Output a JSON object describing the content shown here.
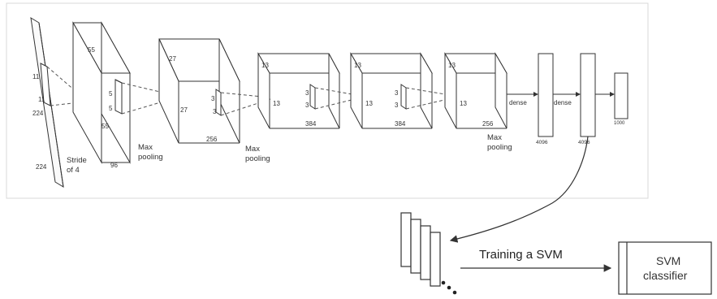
{
  "input": {
    "h": "224",
    "w": "224",
    "kernel_h": "11",
    "kernel_w": "11"
  },
  "conv1": {
    "h": "55",
    "w": "55",
    "depth": "96",
    "kernel_h": "5",
    "kernel_w": "5",
    "stride_line1": "Stride",
    "stride_line2": "of 4"
  },
  "conv2": {
    "h": "27",
    "w": "27",
    "depth": "256",
    "kernel_h": "3",
    "kernel_w": "3"
  },
  "conv3": {
    "h": "13",
    "w": "13",
    "depth": "384",
    "kernel_h": "3",
    "kernel_w": "3"
  },
  "conv4": {
    "h": "13",
    "w": "13",
    "depth": "384",
    "kernel_h": "3",
    "kernel_w": "3"
  },
  "conv5": {
    "h": "13",
    "w": "13",
    "depth": "256"
  },
  "pool_labels": {
    "pool1_l1": "Max",
    "pool1_l2": "pooling",
    "pool2_l1": "Max",
    "pool2_l2": "pooling",
    "pool3_l1": "Max",
    "pool3_l2": "pooling"
  },
  "dense": {
    "label1": "dense",
    "label2": "dense",
    "fc1_size": "4096",
    "fc2_size": "4096",
    "out_size": "1000"
  },
  "svm": {
    "arrow_label": "Training a SVM",
    "classifier_line1": "SVM",
    "classifier_line2": "classifier"
  },
  "colors": {
    "stroke": "#333333",
    "panel_border": "#d8d8d8",
    "background": "#ffffff"
  }
}
